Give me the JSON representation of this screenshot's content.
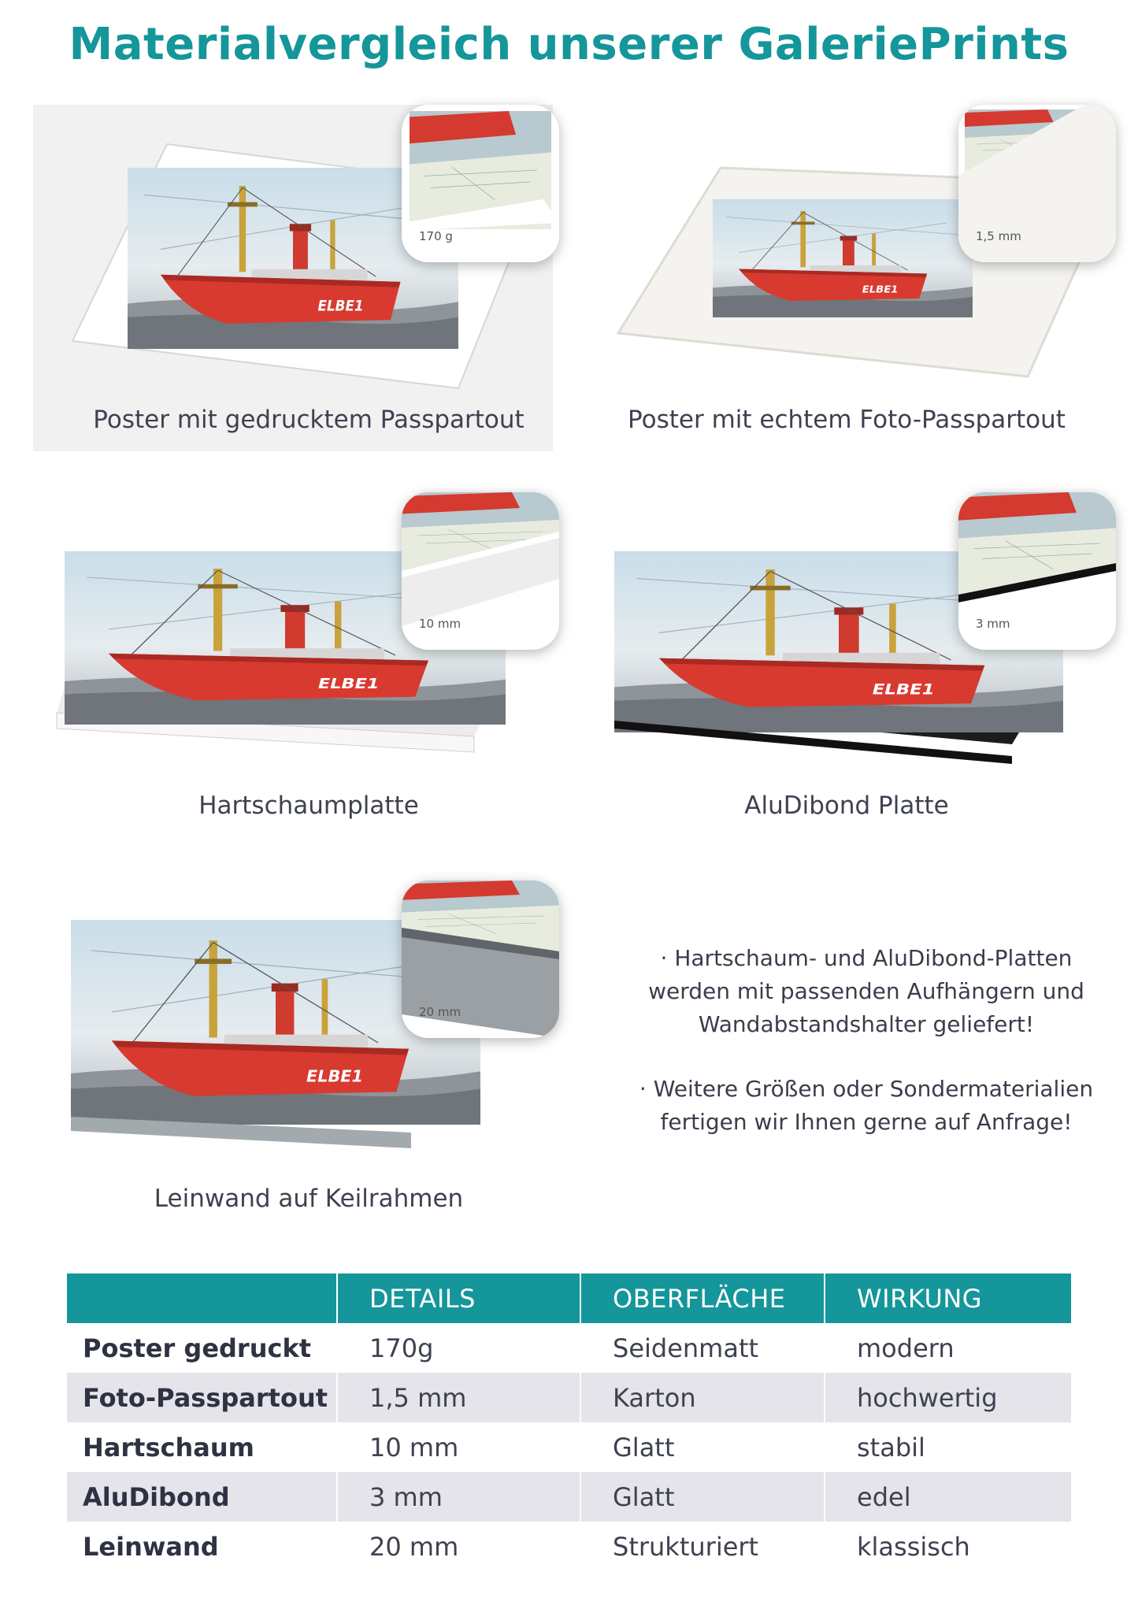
{
  "title": "Materialvergleich unserer GaleriePrints",
  "products": [
    {
      "caption": "Poster mit gedrucktem Passpartout",
      "inset_label": "170 g",
      "ship_name": "ELBE1"
    },
    {
      "caption": "Poster mit echtem Foto-Passpartout",
      "inset_label": "1,5 mm",
      "ship_name": "ELBE1"
    },
    {
      "caption": "Hartschaumplatte",
      "inset_label": "10 mm",
      "ship_name": "ELBE1"
    },
    {
      "caption": "AluDibond Platte",
      "inset_label": "3 mm",
      "ship_name": "ELBE1"
    },
    {
      "caption": "Leinwand auf Keilrahmen",
      "inset_label": "20 mm",
      "ship_name": "ELBE1"
    }
  ],
  "info": {
    "note1_line1": "· Hartschaum- und AluDibond-Platten",
    "note1_line2": "werden mit passenden Aufhängern und",
    "note1_line3": "Wandabstandshalter geliefert!",
    "note2_line1": "· Weitere Größen oder Sondermaterialien",
    "note2_line2": "fertigen wir Ihnen gerne auf Anfrage!"
  },
  "table": {
    "headers": [
      "",
      "DETAILS",
      "OBERFLÄCHE",
      "WIRKUNG"
    ],
    "rows": [
      [
        "Poster gedruckt",
        "170g",
        "Seidenmatt",
        "modern"
      ],
      [
        "Foto-Passpartout",
        "1,5 mm",
        "Karton",
        "hochwertig"
      ],
      [
        "Hartschaum",
        "10 mm",
        "Glatt",
        "stabil"
      ],
      [
        "AluDibond",
        "3 mm",
        "Glatt",
        "edel"
      ],
      [
        "Leinwand",
        "20 mm",
        "Strukturiert",
        "klassisch"
      ]
    ]
  },
  "colors": {
    "accent": "#14969a",
    "row_alt": "#e4e4ea",
    "ship_red": "#d83a30"
  }
}
